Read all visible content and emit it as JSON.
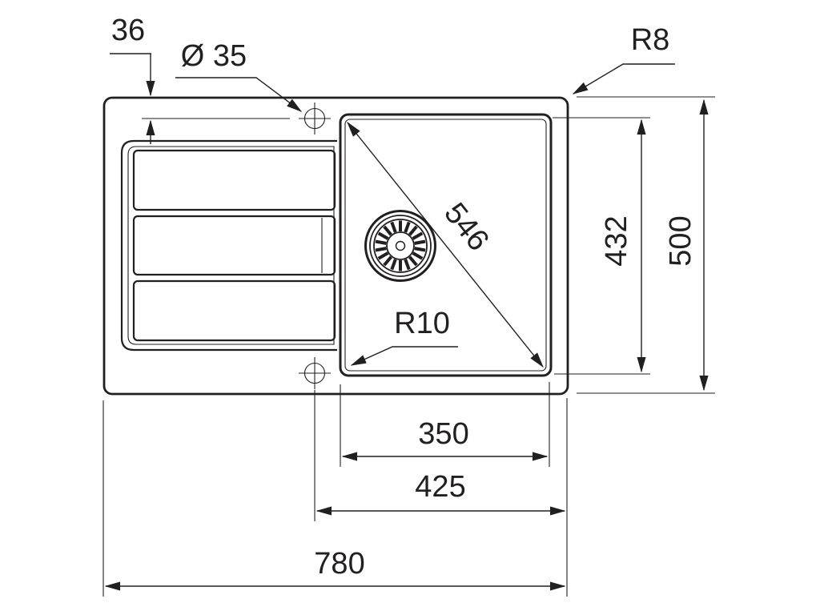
{
  "diagram": {
    "type": "technical-drawing",
    "subject": "kitchen-sink-top-view-with-dimensions",
    "background_color": "#ffffff",
    "line_color": "#221f20",
    "labels": {
      "hole_edge_distance": "36",
      "hole_diameter": "Ø 35",
      "outer_corner_radius": "R8",
      "bowl_diagonal": "546",
      "bowl_front_to_back": "432",
      "overall_front_to_back": "500",
      "bowl_corner_radius": "R10",
      "bowl_width": "350",
      "hole_to_edge_width": "425",
      "overall_width": "780"
    }
  }
}
